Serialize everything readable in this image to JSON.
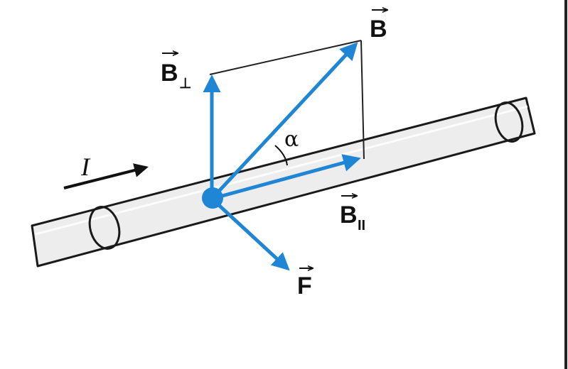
{
  "labels": {
    "current": "I",
    "field": "B",
    "perpendicular": "B",
    "perpendicular_sub": "⊥",
    "parallel": "B",
    "parallel_sub": "II",
    "force": "F",
    "angle": "α"
  },
  "colors": {
    "vector": "#1f86d6",
    "outline": "#1a1a1a",
    "wire": "#ededed",
    "frame": "#222222"
  }
}
